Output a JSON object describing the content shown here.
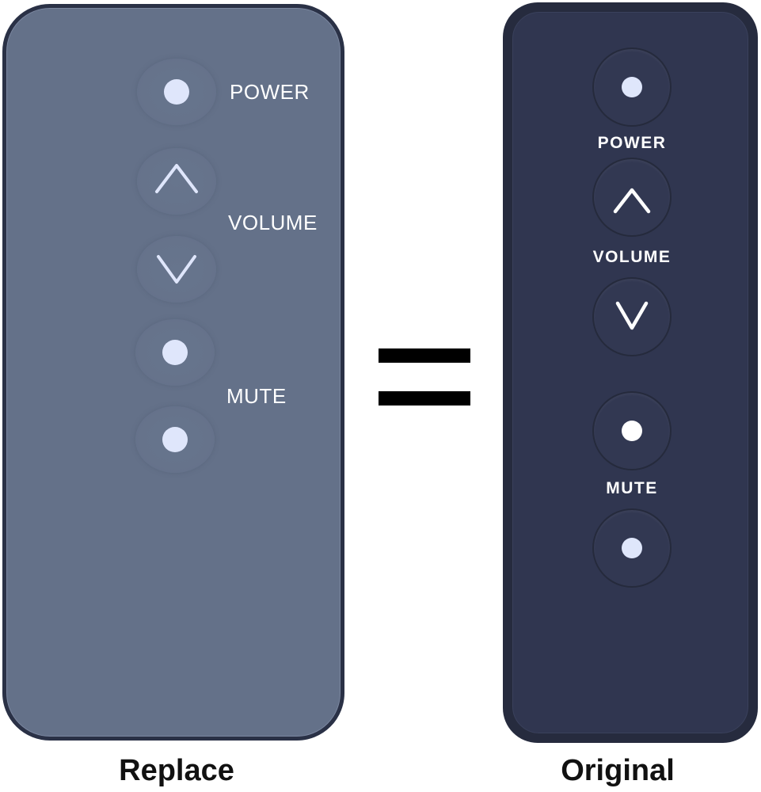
{
  "replace_remote": {
    "labels": {
      "power": "POWER",
      "volume": "VOLUME",
      "mute": "MUTE"
    },
    "caption": "Replace",
    "body_color": "#647189",
    "dot_color": "#dfe6fb"
  },
  "original_remote": {
    "labels": {
      "power": "POWER",
      "volume": "VOLUME",
      "mute": "MUTE"
    },
    "caption": "Original",
    "body_color": "#303650",
    "dot_color": "#dfe6fb",
    "mute_dot_color": "#ffffff"
  },
  "icons": {
    "power": "dot-icon",
    "volume_up": "chevron-up-icon",
    "volume_down": "chevron-down-icon",
    "mute": "dot-icon",
    "extra": "dot-icon",
    "equals": "equals-icon"
  }
}
